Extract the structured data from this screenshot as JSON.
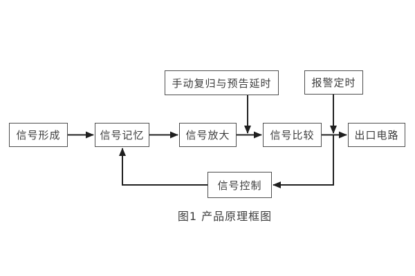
{
  "diagram": {
    "type": "flowchart",
    "caption": "图1 产品原理框图",
    "nodes": {
      "signal_formation": "信号形成",
      "signal_memory": "信号记忆",
      "signal_amplification": "信号放大",
      "signal_comparison": "信号比较",
      "output_circuit": "出口电路",
      "manual_reset_delay": "手动复归与预告延时",
      "alarm_timing": "报警定时",
      "signal_control": "信号控制"
    },
    "edges": [
      {
        "from": "信号形成",
        "to": "信号记忆",
        "style": "arrow-right"
      },
      {
        "from": "信号记忆",
        "to": "信号放大",
        "style": "arrow-right"
      },
      {
        "from": "信号放大",
        "to": "信号比较",
        "style": "arrow-right"
      },
      {
        "from": "信号比较",
        "to": "出口电路",
        "style": "arrow-right"
      },
      {
        "from": "手动复归与预告延时",
        "to": "信号放大与信号比较之间连线",
        "style": "arrow-down"
      },
      {
        "from": "报警定时",
        "to": "信号比较与出口电路之间连线",
        "style": "arrow-down"
      },
      {
        "from": "信号比较与出口电路之间连线",
        "to": "信号控制",
        "style": "arrow-left-elbow"
      },
      {
        "from": "信号控制",
        "to": "信号记忆",
        "style": "arrow-up-elbow"
      }
    ],
    "colors": {
      "background": "#ffffff",
      "box_border": "#4d4d4d",
      "line": "#1f1f1f",
      "text": "#3c3c3c"
    }
  }
}
